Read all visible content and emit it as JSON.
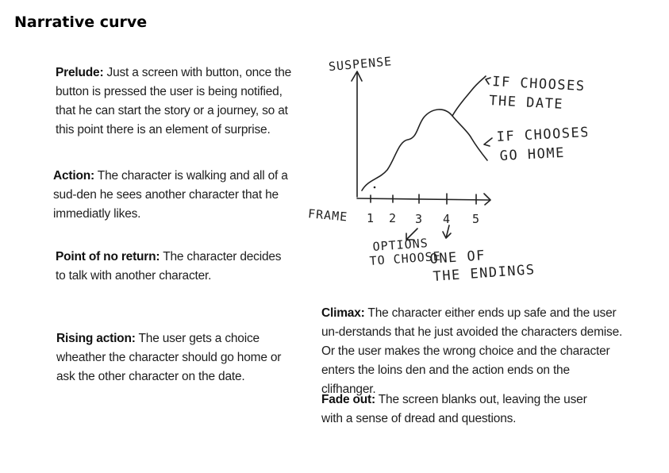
{
  "title": "Narrative curve",
  "sections": {
    "prelude": {
      "label": "Prelude:",
      "text": " Just a screen with button, once the button is pressed the user is being notified, that he can start the story or a journey, so at this point there is an element of surprise."
    },
    "action": {
      "label": "Action:",
      "text": " The character is walking and all of a sud-den he sees another character that he immediatly likes."
    },
    "point_of_no_return": {
      "label": "Point of no return:",
      "text": " The character decides to talk with another character."
    },
    "rising_action": {
      "label": "Rising action:",
      "text": " The user gets a choice wheather the character should go home or ask the other character on the date."
    },
    "climax": {
      "label": "Climax:",
      "text": " The character either ends up safe and the user un-derstands that he just avoided the characters demise. Or the user makes the wrong choice and the character enters the loins den and the action ends on the clifhanger."
    },
    "fade_out": {
      "label": "Fade out:",
      "text": " The screen blanks out, leaving the user with a sense of dread and questions."
    }
  },
  "sketch": {
    "y_axis_label": "SUSPENSE",
    "x_axis_label": "FRAME",
    "ticks": [
      "1",
      "2",
      "3",
      "4",
      "5"
    ],
    "branch_upper": [
      "IF CHOOSES",
      "THE DATE"
    ],
    "branch_lower": [
      "IF CHOOSES",
      "GO HOME"
    ],
    "note_options": [
      "OPTIONS",
      "TO CHOOSE"
    ],
    "note_endings": [
      "ONE OF",
      "THE ENDINGS"
    ]
  }
}
